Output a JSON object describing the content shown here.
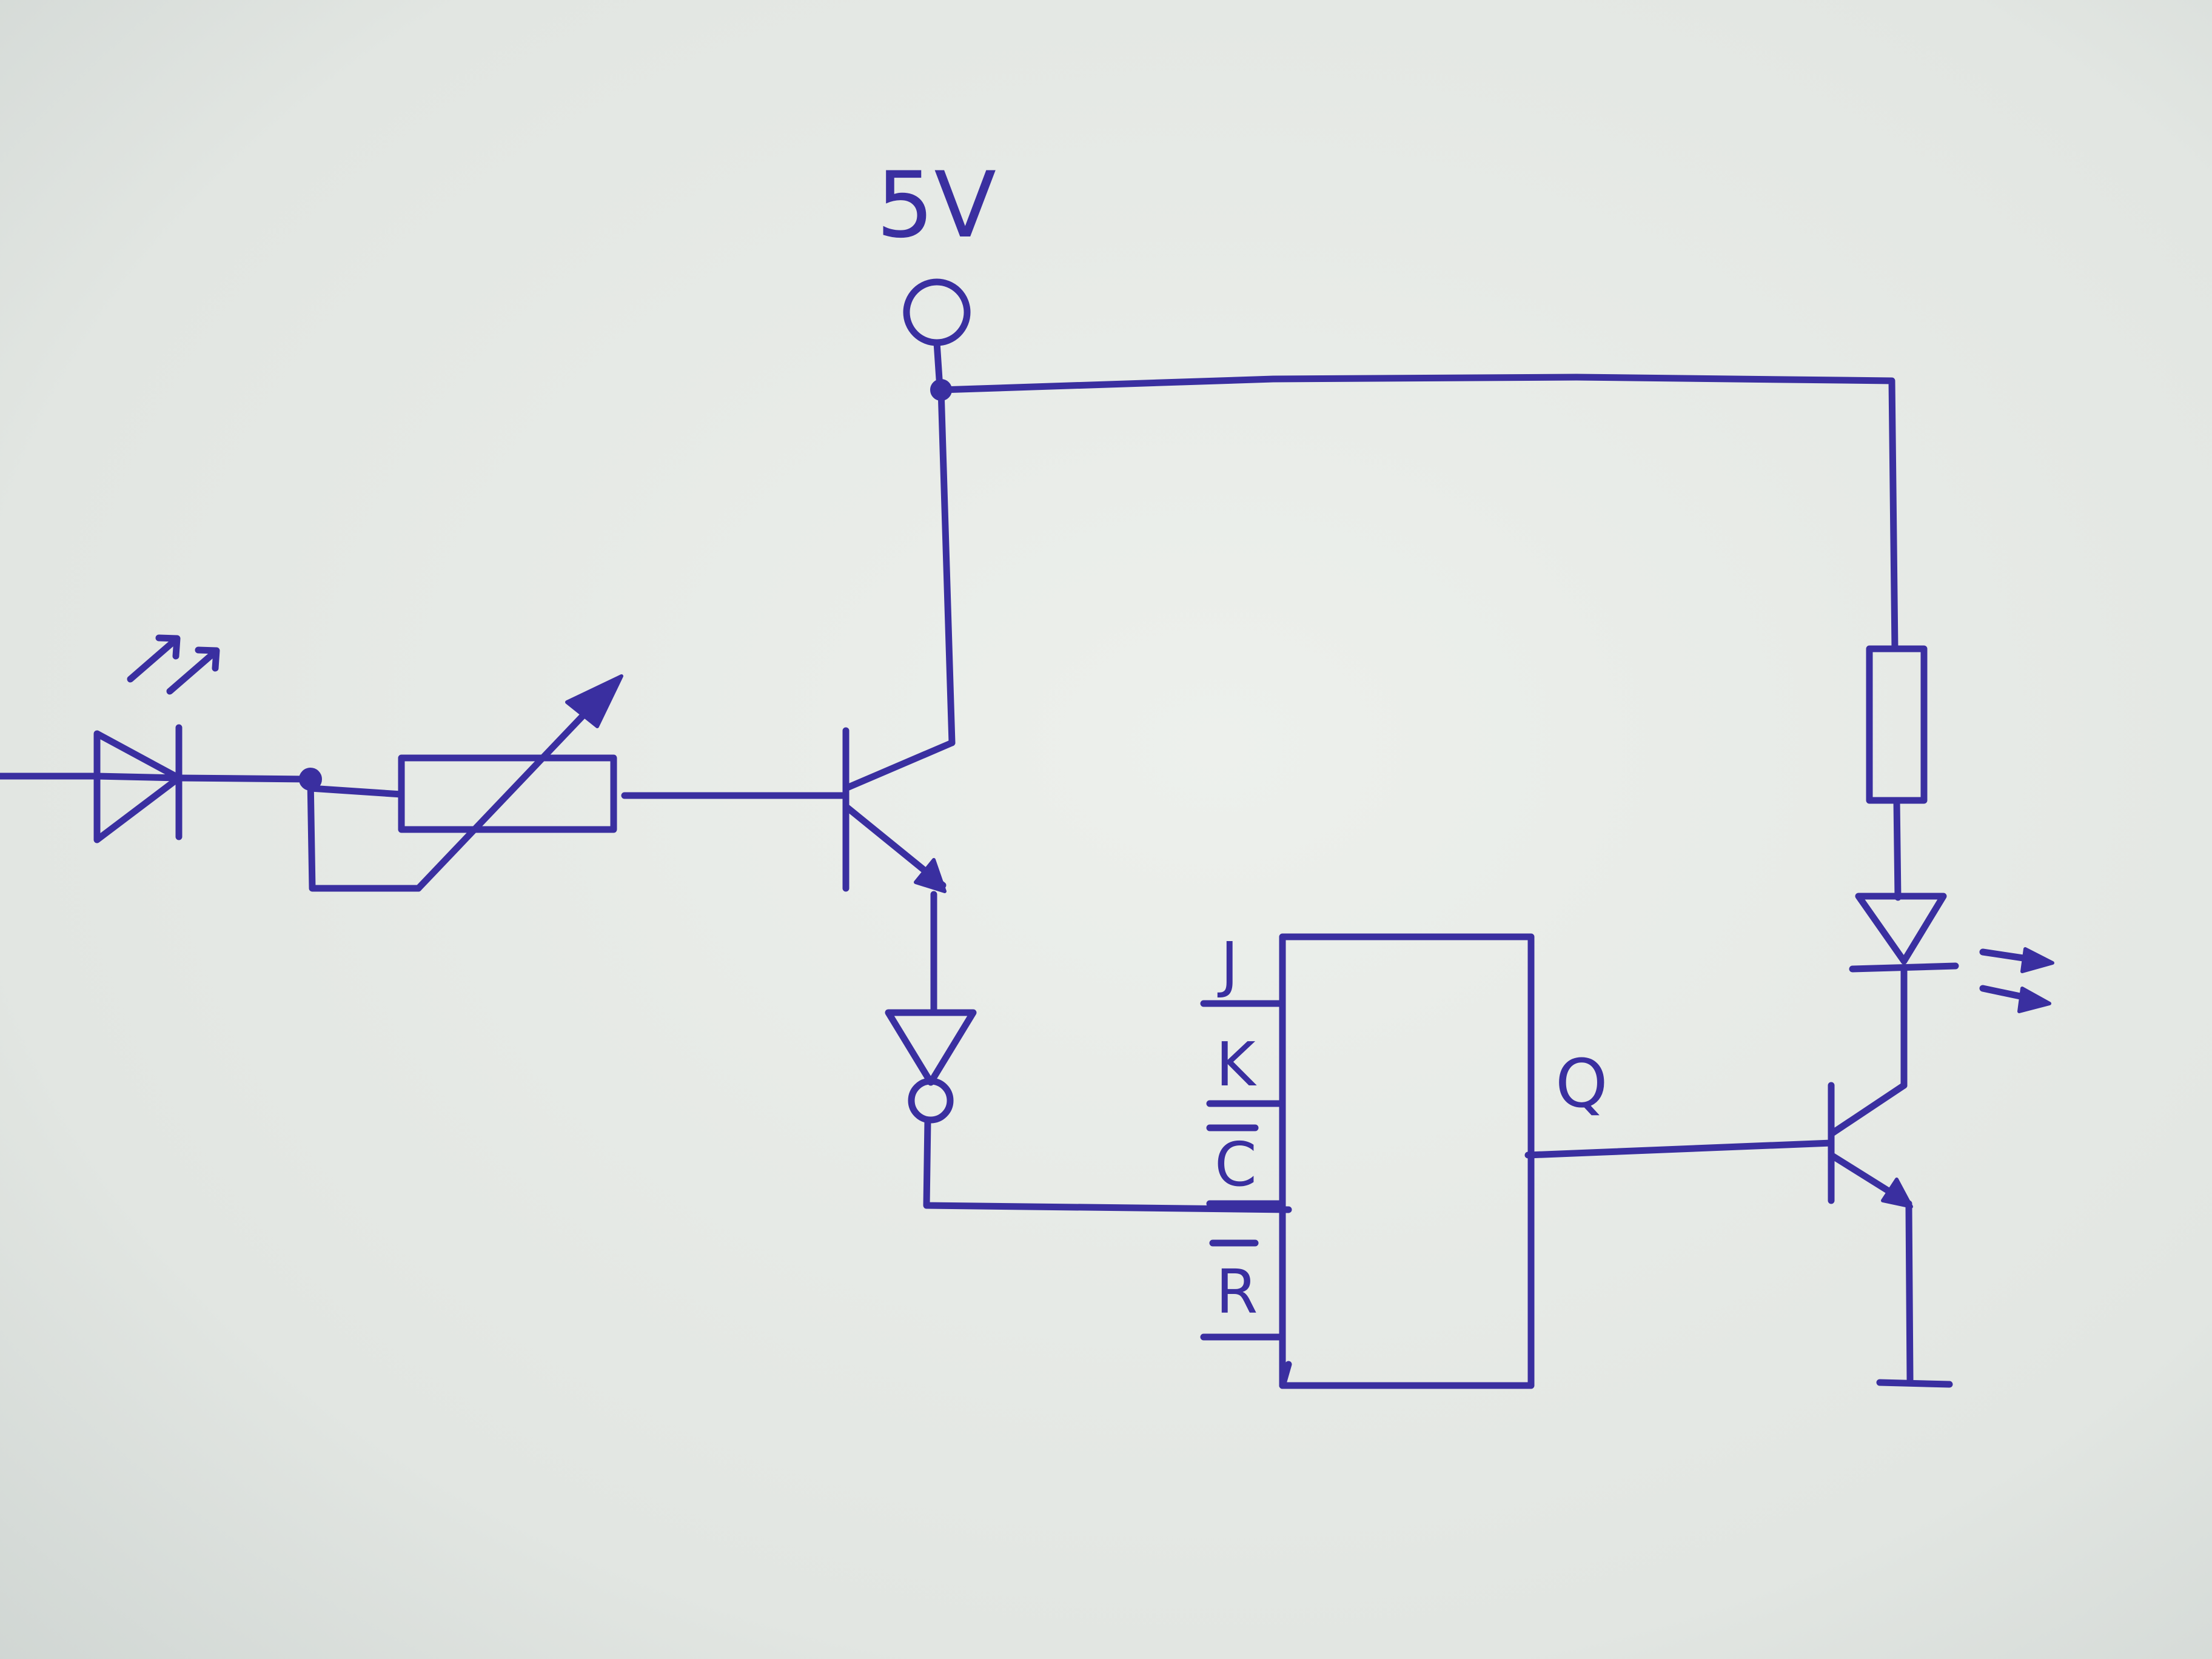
{
  "supply_label": "5V",
  "flipflop": {
    "pins": {
      "j": "J",
      "k": "K",
      "c": "C",
      "r": "R"
    },
    "output": "Q"
  },
  "colors": {
    "ink": "#3a2fa0",
    "paper": "#dfe4e0"
  }
}
